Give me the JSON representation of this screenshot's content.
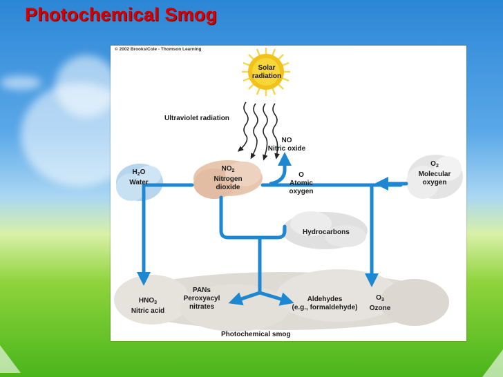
{
  "slide": {
    "title": "Photochemical Smog"
  },
  "figure": {
    "copyright": "© 2002 Brooks/Cole - Thomson Learning",
    "colors": {
      "arrow": "#1e87d2",
      "sun": "#f2c21a",
      "sun_ray": "#f6d64a"
    },
    "labels": {
      "solar": "Solar radiation",
      "uv": "Ultraviolet radiation",
      "no_formula": "NO",
      "no_name": "Nitric oxide",
      "h2o_formula_main": "H",
      "h2o_formula_sub": "2",
      "h2o_formula_end": "O",
      "h2o_name": "Water",
      "no2_formula_main": "NO",
      "no2_formula_sub": "2",
      "no2_name": "Nitrogen dioxide",
      "o_formula": "O",
      "o_name": "Atomic oxygen",
      "o2_formula_main": "O",
      "o2_formula_sub": "2",
      "o2_name": "Molecular oxygen",
      "hydrocarbons": "Hydrocarbons",
      "hno3_formula_main": "HNO",
      "hno3_formula_sub": "3",
      "hno3_name": "Nitric acid",
      "pans_formula": "PANs",
      "pans_name": "Peroxyacyl nitrates",
      "aldehydes": "Aldehydes",
      "aldehydes_example": "(e.g., formaldehyde)",
      "o3_formula_main": "O",
      "o3_formula_sub": "3",
      "o3_name": "Ozone",
      "smog": "Photochemical smog"
    }
  }
}
